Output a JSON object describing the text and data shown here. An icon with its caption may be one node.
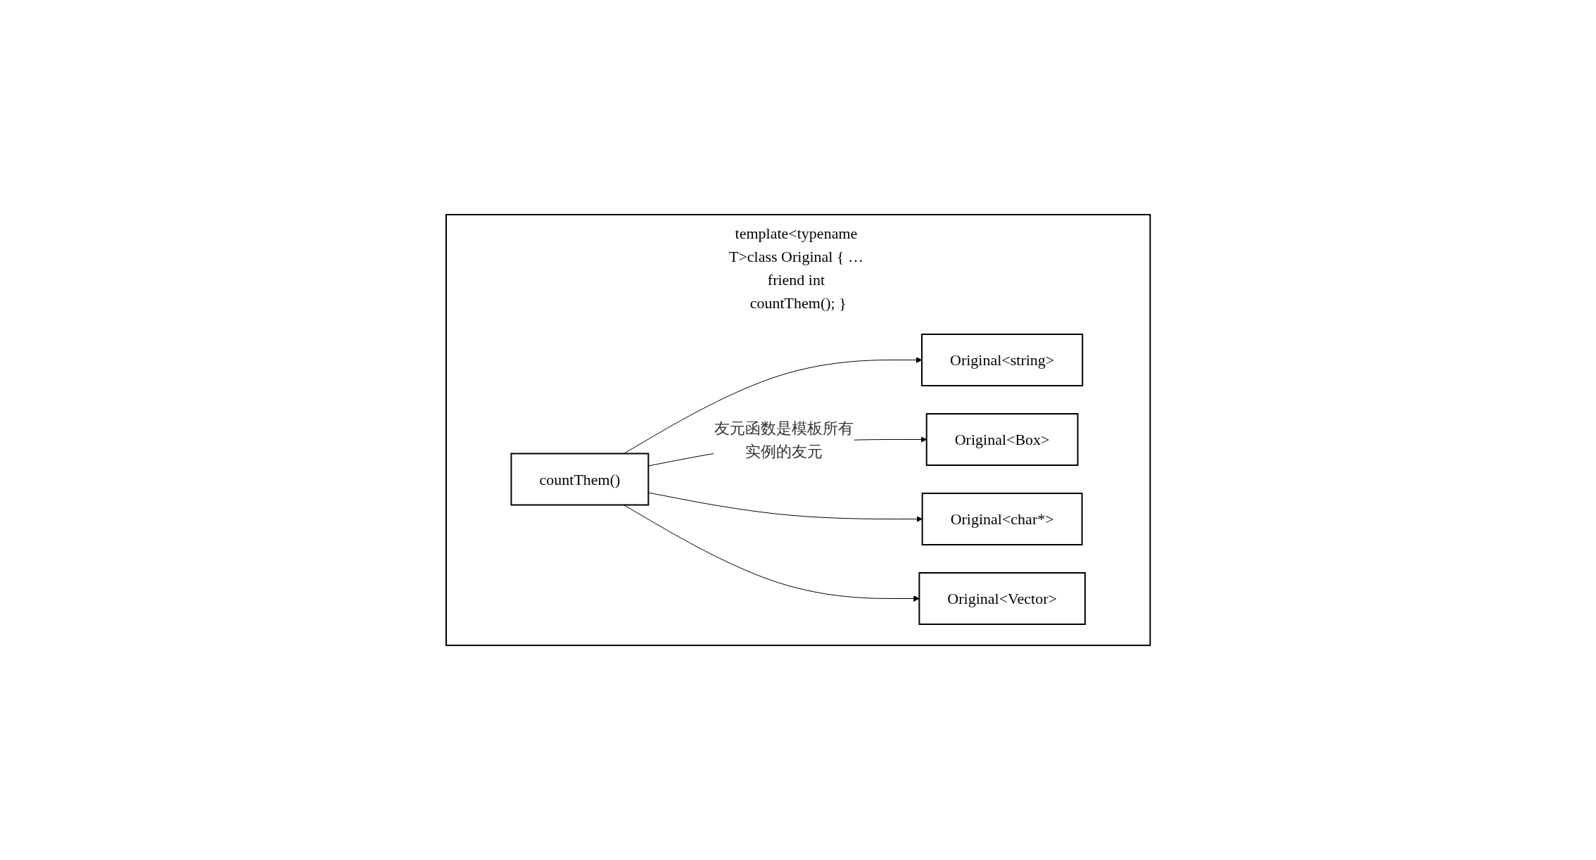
{
  "diagram": {
    "nodes": [
      {
        "text": [
          "template<typename T>class Original { … friend int countThem(); }"
        ]
      },
      {
        "text": [
          "countThem()"
        ],
        "in": 0
      },
      {
        "text": [
          "Original<string>"
        ],
        "in": 0
      },
      {
        "text": [
          "Original<Box>"
        ],
        "in": 0
      },
      {
        "text": [
          "Original<char*>"
        ],
        "in": 0
      },
      {
        "text": [
          "Original<Vector>"
        ],
        "in": 0
      }
    ],
    "edges": [
      {
        "from": 1,
        "to": 2,
        "arrow": "to"
      },
      {
        "from": 1,
        "to": 3,
        "arrow": "to",
        "label": "友元函数是模板所有实例的友元"
      },
      {
        "from": 1,
        "to": 4,
        "arrow": "to"
      },
      {
        "from": 1,
        "to": 5,
        "arrow": "to"
      }
    ]
  }
}
